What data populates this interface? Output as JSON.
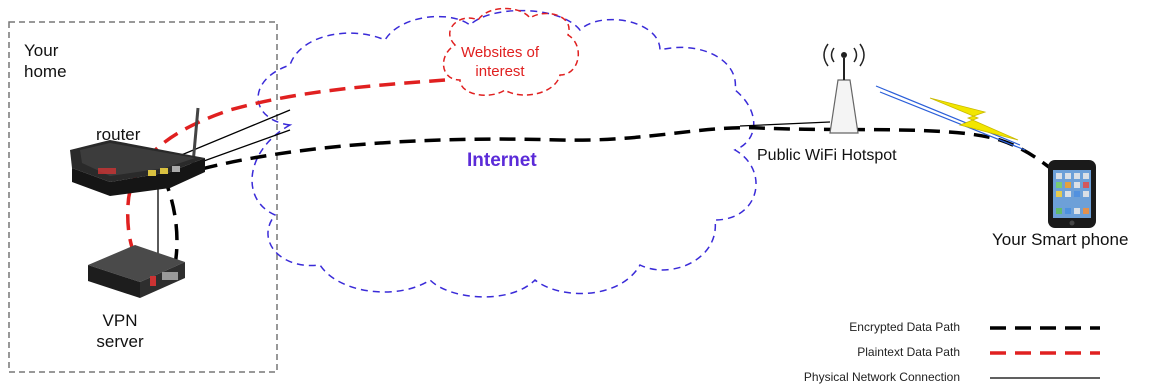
{
  "home": {
    "title_line1": "Your",
    "title_line2": "home"
  },
  "router_label": "router",
  "vpn_label_line1": "VPN",
  "vpn_label_line2": "server",
  "websites_label_line1": "Websites of",
  "websites_label_line2": "interest",
  "internet_label": "Internet",
  "hotspot_label": "Public WiFi Hotspot",
  "phone_label": "Your Smart phone",
  "legend": [
    {
      "label": "Encrypted Data Path",
      "style": "dashed",
      "color": "#000000"
    },
    {
      "label": "Plaintext Data Path",
      "style": "dashed",
      "color": "#e02020"
    },
    {
      "label": "Physical Network Connection",
      "style": "solid",
      "color": "#000000"
    }
  ],
  "colors": {
    "encrypted_path": "#000000",
    "plaintext_path": "#e02020",
    "internet_cloud": "#3a2bd8",
    "websites_cloud": "#e02020",
    "internet_text": "#5b2bd8",
    "home_border": "#777777",
    "lightning": "#f2e600"
  },
  "icons": [
    "router-icon",
    "vpn-server-icon",
    "wifi-hotspot-icon",
    "smartphone-icon",
    "lightning-icon"
  ]
}
